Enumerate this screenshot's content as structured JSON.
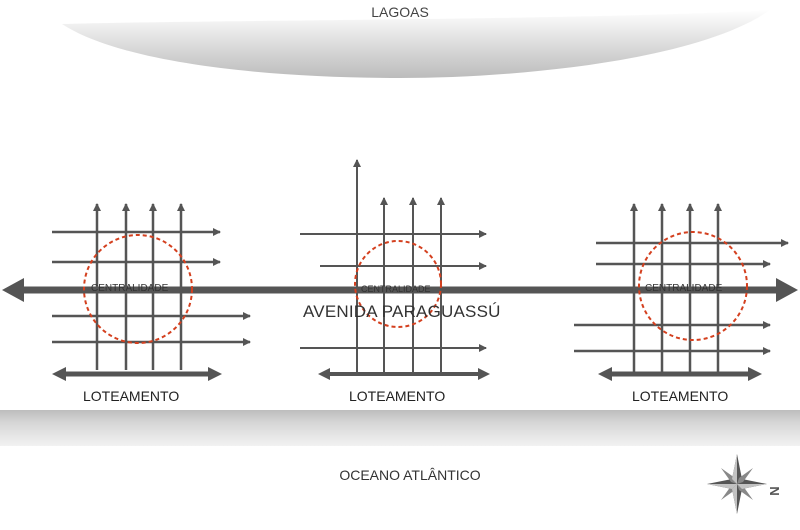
{
  "labels": {
    "lagoas": "LAGOAS",
    "avenida": "AVENIDA PARAGUASSÚ",
    "oceano": "OCEANO ATLÂNTICO",
    "compass_n": "N"
  },
  "blocks": [
    {
      "loteamento": "LOTEAMENTO",
      "centralidade": "CENTRALIDADE"
    },
    {
      "loteamento": "LOTEAMENTO",
      "centralidade": "CENTRALIDADE"
    },
    {
      "loteamento": "LOTEAMENTO",
      "centralidade": "CENTRALIDADE"
    }
  ],
  "colors": {
    "arrow": "#555555",
    "circle": "#d4401f",
    "band": "#cfcfcf"
  }
}
